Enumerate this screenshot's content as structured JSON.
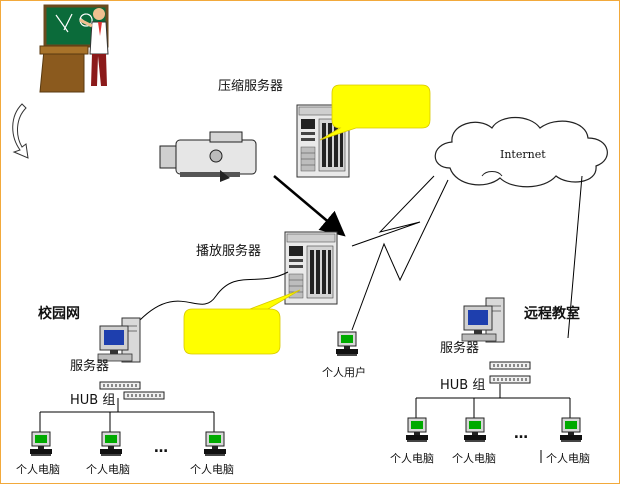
{
  "labels": {
    "compression_server": "压缩服务器",
    "playback_server": "播放服务器",
    "internet": "Internet",
    "campus_network": "校园网",
    "remote_classroom": "远程教室",
    "campus_server": "服务器",
    "remote_server": "服务器",
    "campus_hub": "HUB 组",
    "remote_hub": "HUB 组",
    "personal_user": "个人用户",
    "campus_pc": [
      "个人电脑",
      "个人电脑",
      "个人电脑"
    ],
    "remote_pc": [
      "个人电脑",
      "个人电脑",
      "个人电脑"
    ],
    "ellipsis": "…"
  },
  "colors": {
    "callout": "#ffff00",
    "line": "#000000",
    "frame": "#f2a93b",
    "screen": "#1e3fae",
    "pc_screen": "#00aa00"
  },
  "icons": [
    "teacher-icon",
    "refresh-arrow-icon",
    "video-camera-icon",
    "server-tower-icon",
    "cloud-icon",
    "workstation-icon",
    "hub-icon",
    "pc-icon"
  ]
}
